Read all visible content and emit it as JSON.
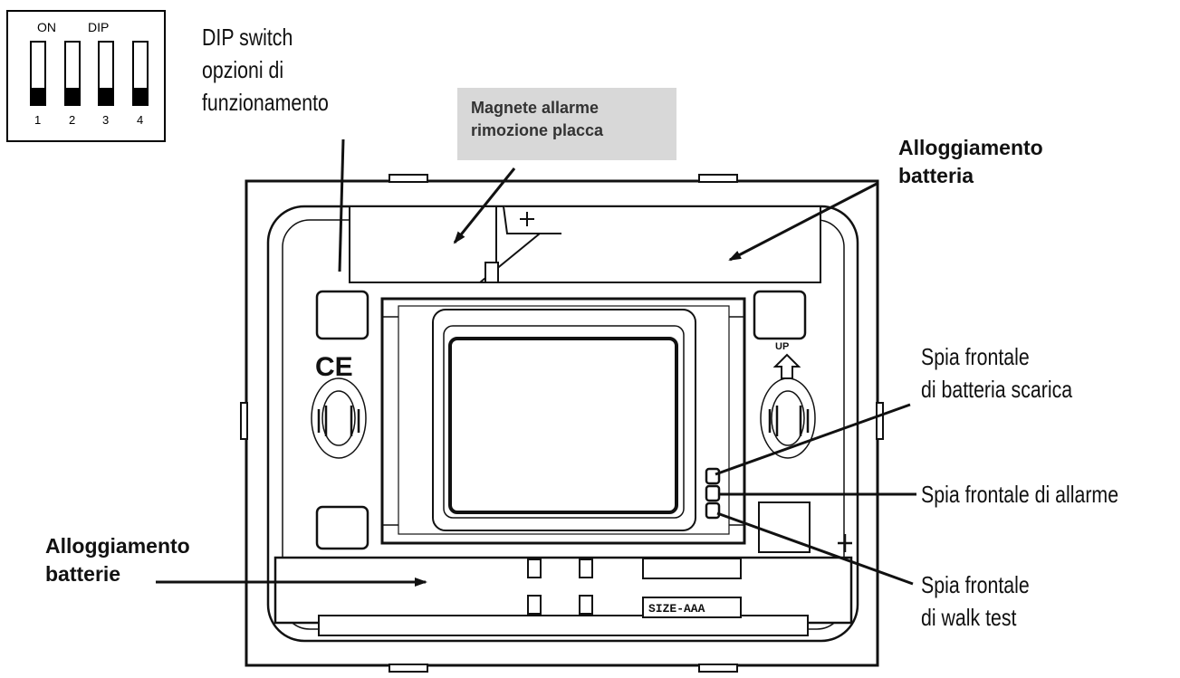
{
  "dip_switch": {
    "on_label": "ON",
    "dip_label": "DIP",
    "switch_numbers": [
      "1",
      "2",
      "3",
      "4"
    ]
  },
  "labels": {
    "dip_switch": [
      "DIP switch",
      "opzioni di",
      "funzionamento"
    ],
    "magnet": [
      "Magnete allarme",
      "rimozione placca"
    ],
    "battery_housing_top": [
      "Alloggiamento",
      "batteria"
    ],
    "low_battery_led": [
      "Spia frontale",
      "di batteria scarica"
    ],
    "alarm_led": "Spia frontale di allarme",
    "walk_test_led": [
      "Spia frontale",
      "di walk test"
    ],
    "battery_housing_bottom": [
      "Alloggiamento",
      "batterie"
    ]
  },
  "device_markings": {
    "ce": "CE",
    "battery_size": "SIZE-AAA",
    "up": "UP"
  }
}
